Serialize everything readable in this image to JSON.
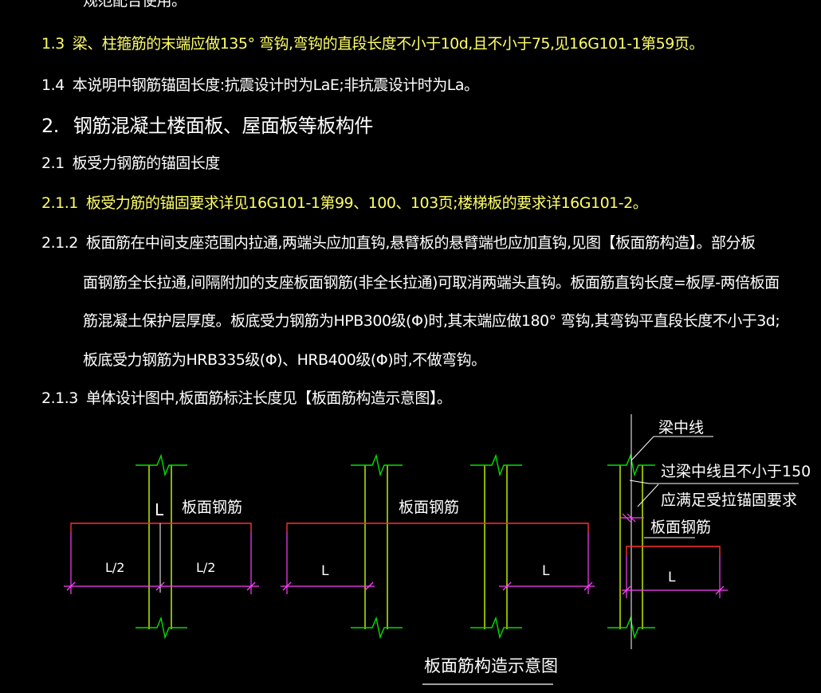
{
  "colors": {
    "background": "#000000",
    "text": "#ffffff",
    "yellow_text": "#ffff66",
    "column_line": "#c8ff00",
    "break_mark": "#00e000",
    "rebar_red": "#ff3030",
    "dimension_magenta": "#ff40ff",
    "leader_white": "#ffffff"
  },
  "spec": {
    "top_partial": "规范配合使用。",
    "items": [
      {
        "num": "1.3",
        "text": "梁、柱箍筋的末端应做135° 弯钩,弯钩的直段长度不小于10d,且不小于75,见16G101-1第59页。"
      },
      {
        "num": "1.4",
        "text": "本说明中钢筋锚固长度:抗震设计时为LaE;非抗震设计时为La。"
      },
      {
        "num": "2.",
        "text": "钢筋混凝土楼面板、屋面板等板构件"
      },
      {
        "num": "2.1",
        "text": "板受力钢筋的锚固长度"
      },
      {
        "num": "2.1.1",
        "text": "板受力筋的锚固要求详见16G101-1第99、100、103页;楼梯板的要求详16G101-2。"
      },
      {
        "num": "2.1.2",
        "text": "板面筋在中间支座范围内拉通,两端头应加直钩,悬臂板的悬臂端也应加直钩,见图【板面筋构造】。部分板"
      },
      {
        "num": "2.1.3",
        "text": "单体设计图中,板面筋标注长度见【板面筋构造示意图】。"
      }
    ],
    "item_2_1_2_continuation": [
      "面钢筋全长拉通,间隔附加的支座板面钢筋(非全长拉通)可取消两端头直钩。板面筋直钩长度=板厚-两倍板面",
      "筋混凝土保护层厚度。板底受力钢筋为HPB300级(Φ)时,其末端应做180° 弯钩,其弯钩平直段长度不小于3d;",
      "板底受力钢筋为HRB335级(Φ)、HRB400级(Φ)时,不做弯钩。"
    ]
  },
  "diagram": {
    "title": "板面筋构造示意图",
    "fig1": {
      "L": "L",
      "rebar": "板面钢筋",
      "half_left": "L/2",
      "half_right": "L/2"
    },
    "fig2": {
      "rebar": "板面钢筋",
      "left_L": "L",
      "right_L": "L"
    },
    "fig3": {
      "beam_centerline": "梁中线",
      "note1": "过梁中线且不小于150",
      "note2": "应满足受拉锚固要求",
      "rebar": "板面钢筋",
      "L": "L"
    }
  }
}
